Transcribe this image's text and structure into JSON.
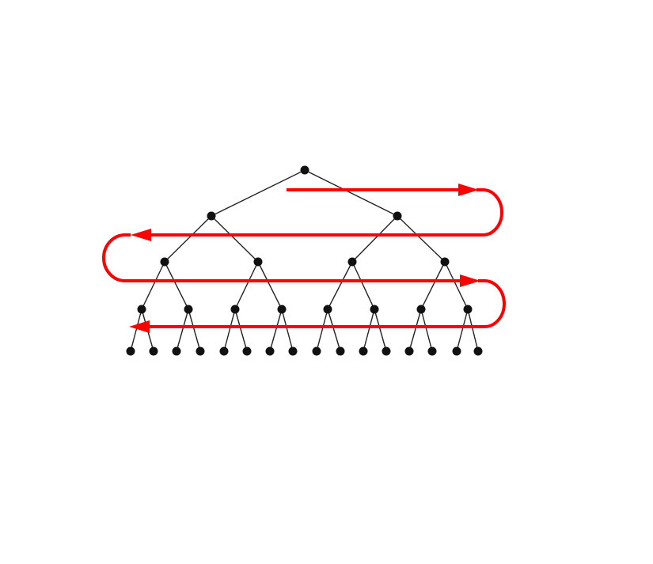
{
  "diagram": {
    "kind": "complete binary tree with level-order traversal arrows",
    "depth": 4,
    "branching": 2,
    "node_color": "#111111",
    "edge_color": "#222222",
    "arrow_color": "#ff0000",
    "traversal": [
      {
        "level": 1,
        "direction": "right"
      },
      {
        "level": 2,
        "direction": "left"
      },
      {
        "level": 3,
        "direction": "right"
      },
      {
        "level": 4,
        "direction": "left"
      }
    ]
  }
}
